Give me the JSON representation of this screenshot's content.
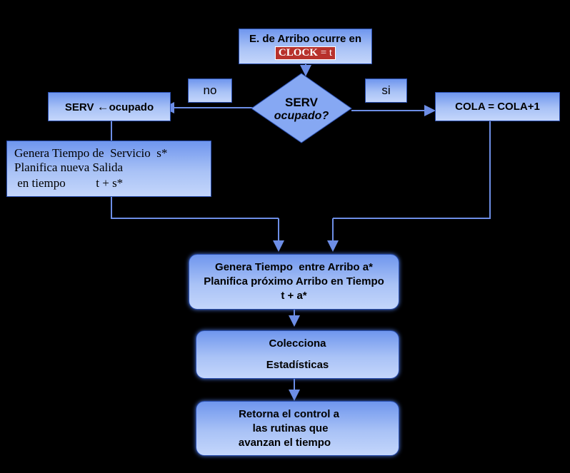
{
  "start": {
    "line1": "E. de Arribo ocurre en",
    "clock": "CLOCK",
    "clock_eq": "= t"
  },
  "decision": {
    "line1": "SERV",
    "line2": "ocupado?"
  },
  "label_no": "no",
  "label_si": "si",
  "serv_box": {
    "text": "SERV ",
    "arrow": "←",
    "text2": "ocupado"
  },
  "cola_box": "COLA = COLA+1",
  "genera_servicio": {
    "line1": "Genera Tiempo de  Servicio  s*",
    "line2": "Planifica nueva Salida",
    "line3": " en tiempo          t + s*"
  },
  "genera_arribo": {
    "line1": "Genera Tiempo  entre Arribo a*",
    "line2": "Planifica próximo Arribo en Tiempo",
    "line3": "t + a*"
  },
  "colecciona": {
    "line1": "Colecciona",
    "line2": "Estadísticas"
  },
  "retorna": {
    "line1": "Retorna el control a",
    "line2": "las rutinas que",
    "line3": "avanzan el tiempo"
  },
  "colors": {
    "fill": "#8cabf3",
    "border": "#2a4fb0",
    "connector": "#6d8ee6",
    "clock_bg": "#b8322c"
  }
}
